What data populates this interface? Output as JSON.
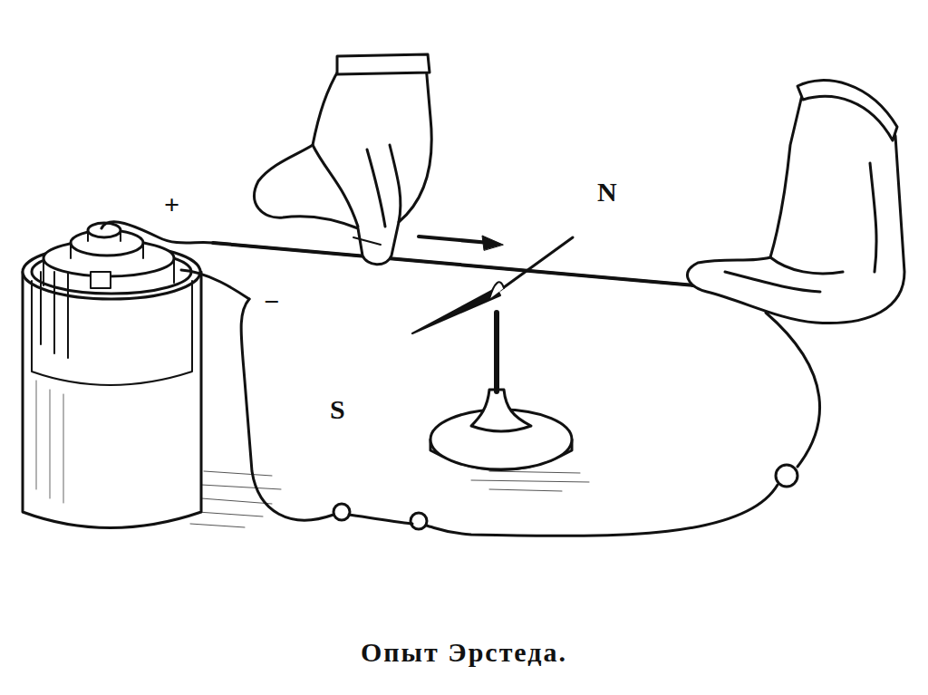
{
  "diagram": {
    "caption": "Опыт Эрстеда.",
    "labels": [
      "+",
      "−",
      "N",
      "S"
    ]
  }
}
